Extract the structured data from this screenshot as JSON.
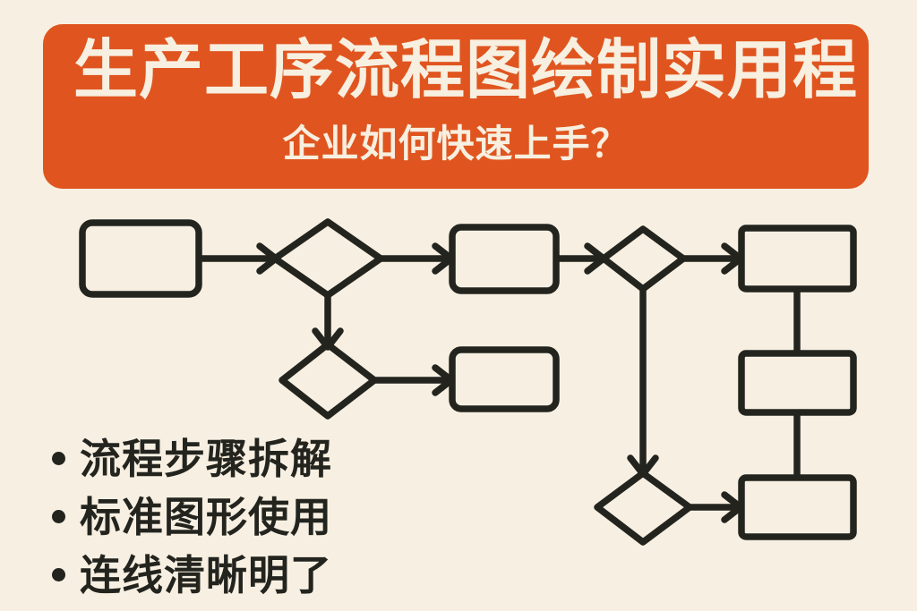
{
  "page": {
    "background_color": "#f7f0e2",
    "accent_color": "#e0551f",
    "ink_color": "#24241f",
    "paper_text_color": "#f7efe0"
  },
  "header": {
    "title": "生产工序流程图绘制实用程",
    "subtitle": "企业如何快速上手？"
  },
  "bullets": [
    {
      "label": "流程步骤拆解"
    },
    {
      "label": "标准图形使用"
    },
    {
      "label": "连线清晰明了"
    }
  ],
  "flowchart": {
    "nodes": [
      {
        "id": "n1",
        "type": "process",
        "label": ""
      },
      {
        "id": "d1",
        "type": "decision",
        "label": ""
      },
      {
        "id": "n2",
        "type": "process",
        "label": ""
      },
      {
        "id": "d2",
        "type": "decision",
        "label": ""
      },
      {
        "id": "n3",
        "type": "process",
        "label": ""
      },
      {
        "id": "d3",
        "type": "decision",
        "label": ""
      },
      {
        "id": "n4",
        "type": "process",
        "label": ""
      },
      {
        "id": "d4",
        "type": "decision",
        "label": ""
      },
      {
        "id": "n5",
        "type": "process",
        "label": ""
      },
      {
        "id": "n6",
        "type": "process",
        "label": ""
      },
      {
        "id": "n7",
        "type": "process",
        "label": ""
      }
    ],
    "edges": [
      {
        "from": "n1",
        "to": "d1",
        "direction": "right"
      },
      {
        "from": "d1",
        "to": "n2",
        "direction": "right"
      },
      {
        "from": "d1",
        "to": "d2",
        "direction": "down"
      },
      {
        "from": "d2",
        "to": "n3",
        "direction": "right"
      },
      {
        "from": "n2",
        "to": "d3",
        "direction": "right"
      },
      {
        "from": "d3",
        "to": "n5",
        "direction": "right"
      },
      {
        "from": "d3",
        "to": "d4",
        "direction": "down"
      },
      {
        "from": "d4",
        "to": "n7",
        "direction": "right"
      },
      {
        "from": "n5",
        "to": "n6",
        "direction": "down"
      },
      {
        "from": "n6",
        "to": "n7",
        "direction": "down"
      }
    ]
  }
}
